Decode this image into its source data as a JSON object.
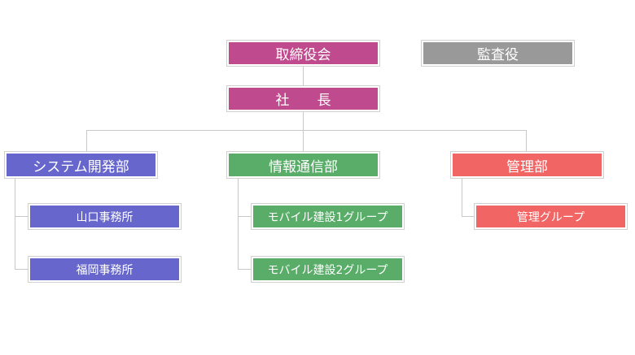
{
  "org_chart": {
    "board": {
      "label": "取締役会",
      "color": "#c04a8e"
    },
    "auditor": {
      "label": "監査役",
      "color": "#999999"
    },
    "president": {
      "label": "社　　長",
      "color": "#c04a8e"
    },
    "departments": [
      {
        "label": "システム開発部",
        "color": "#6666cc",
        "children": [
          "山口事務所",
          "福岡事務所"
        ]
      },
      {
        "label": "情報通信部",
        "color": "#5aad69",
        "children": [
          "モバイル建設1グループ",
          "モバイル建設2グループ"
        ]
      },
      {
        "label": "管理部",
        "color": "#f26565",
        "children": [
          "管理グループ"
        ]
      }
    ]
  }
}
